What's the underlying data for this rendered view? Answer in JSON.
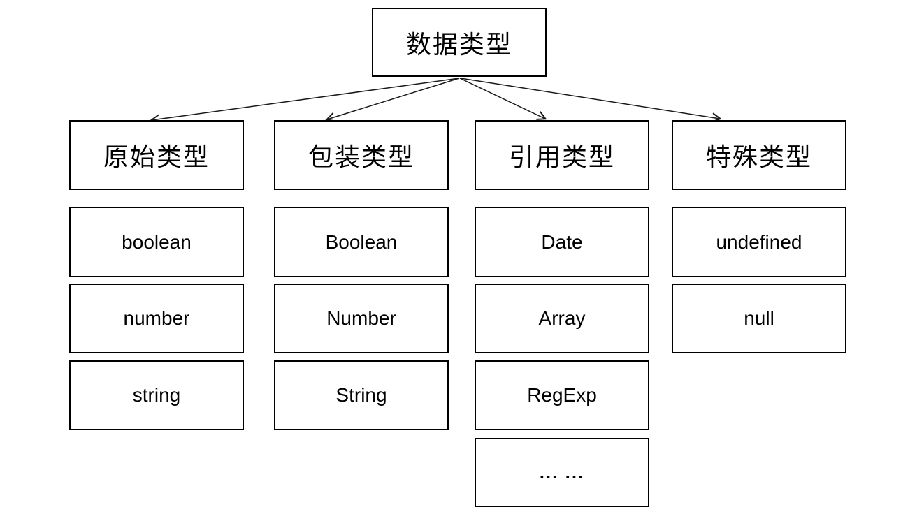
{
  "diagram": {
    "title_node": {
      "label": "数据类型"
    },
    "columns": [
      {
        "header": "原始类型",
        "items": [
          "boolean",
          "number",
          "string"
        ]
      },
      {
        "header": "包装类型",
        "items": [
          "Boolean",
          "Number",
          "String"
        ]
      },
      {
        "header": "引用类型",
        "items": [
          "Date",
          "Array",
          "RegExp",
          "... ..."
        ]
      },
      {
        "header": "特殊类型",
        "items": [
          "undefined",
          "null"
        ]
      }
    ],
    "colors": {
      "border": "#000000",
      "text": "#000000",
      "background": "#ffffff"
    }
  }
}
